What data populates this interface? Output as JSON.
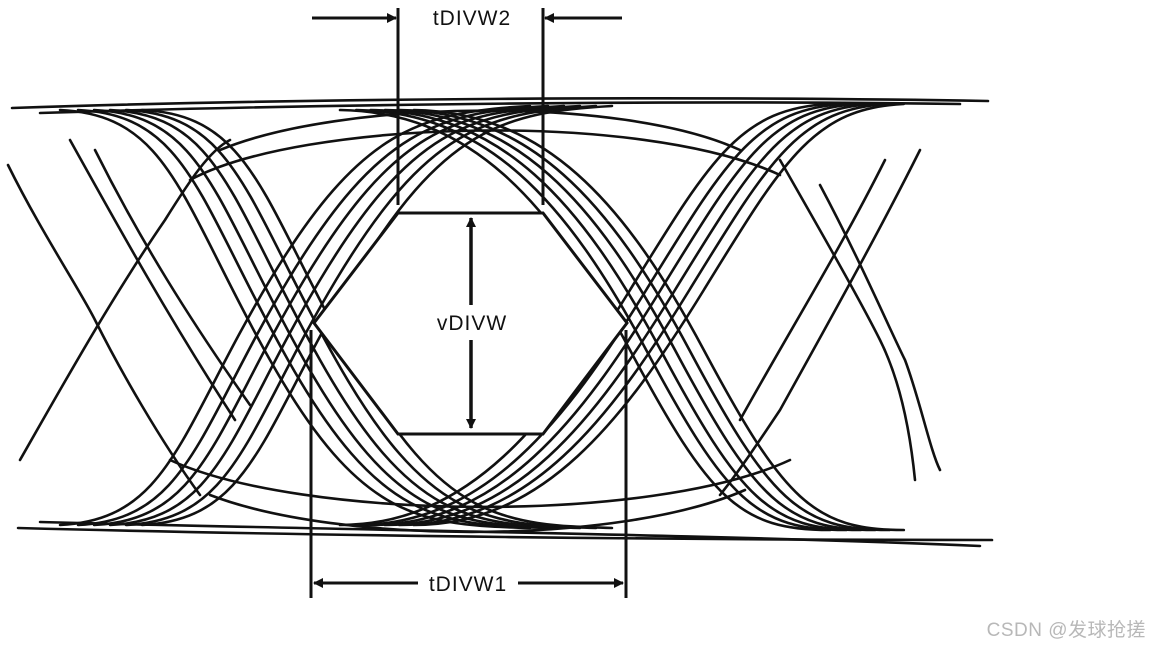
{
  "diagram": {
    "label_top_width": "tDIVW2",
    "label_bottom_width": "tDIVW1",
    "label_height": "vDIVW",
    "stroke_color": "#111111"
  },
  "watermark": {
    "text": "CSDN @发球抢搓"
  }
}
